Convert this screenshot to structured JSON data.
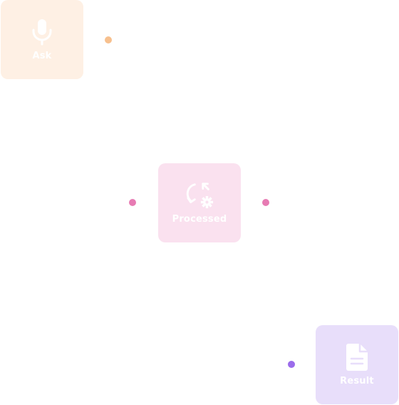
{
  "nodes": {
    "ask": {
      "label": "Ask",
      "icon": "microphone-icon",
      "color": "#FEF0E4"
    },
    "processed": {
      "label": "Processed",
      "icon": "sync-settings-icon",
      "color": "#FAE1EF"
    },
    "result": {
      "label": "Result",
      "icon": "document-icon",
      "color": "#E8DEFA"
    }
  },
  "connectors": {
    "ask_out": {
      "color": "#F7C08E"
    },
    "processed_in": {
      "color": "#E77BB3"
    },
    "processed_out": {
      "color": "#E77BB3"
    },
    "result_in": {
      "color": "#9B6CEB"
    }
  }
}
